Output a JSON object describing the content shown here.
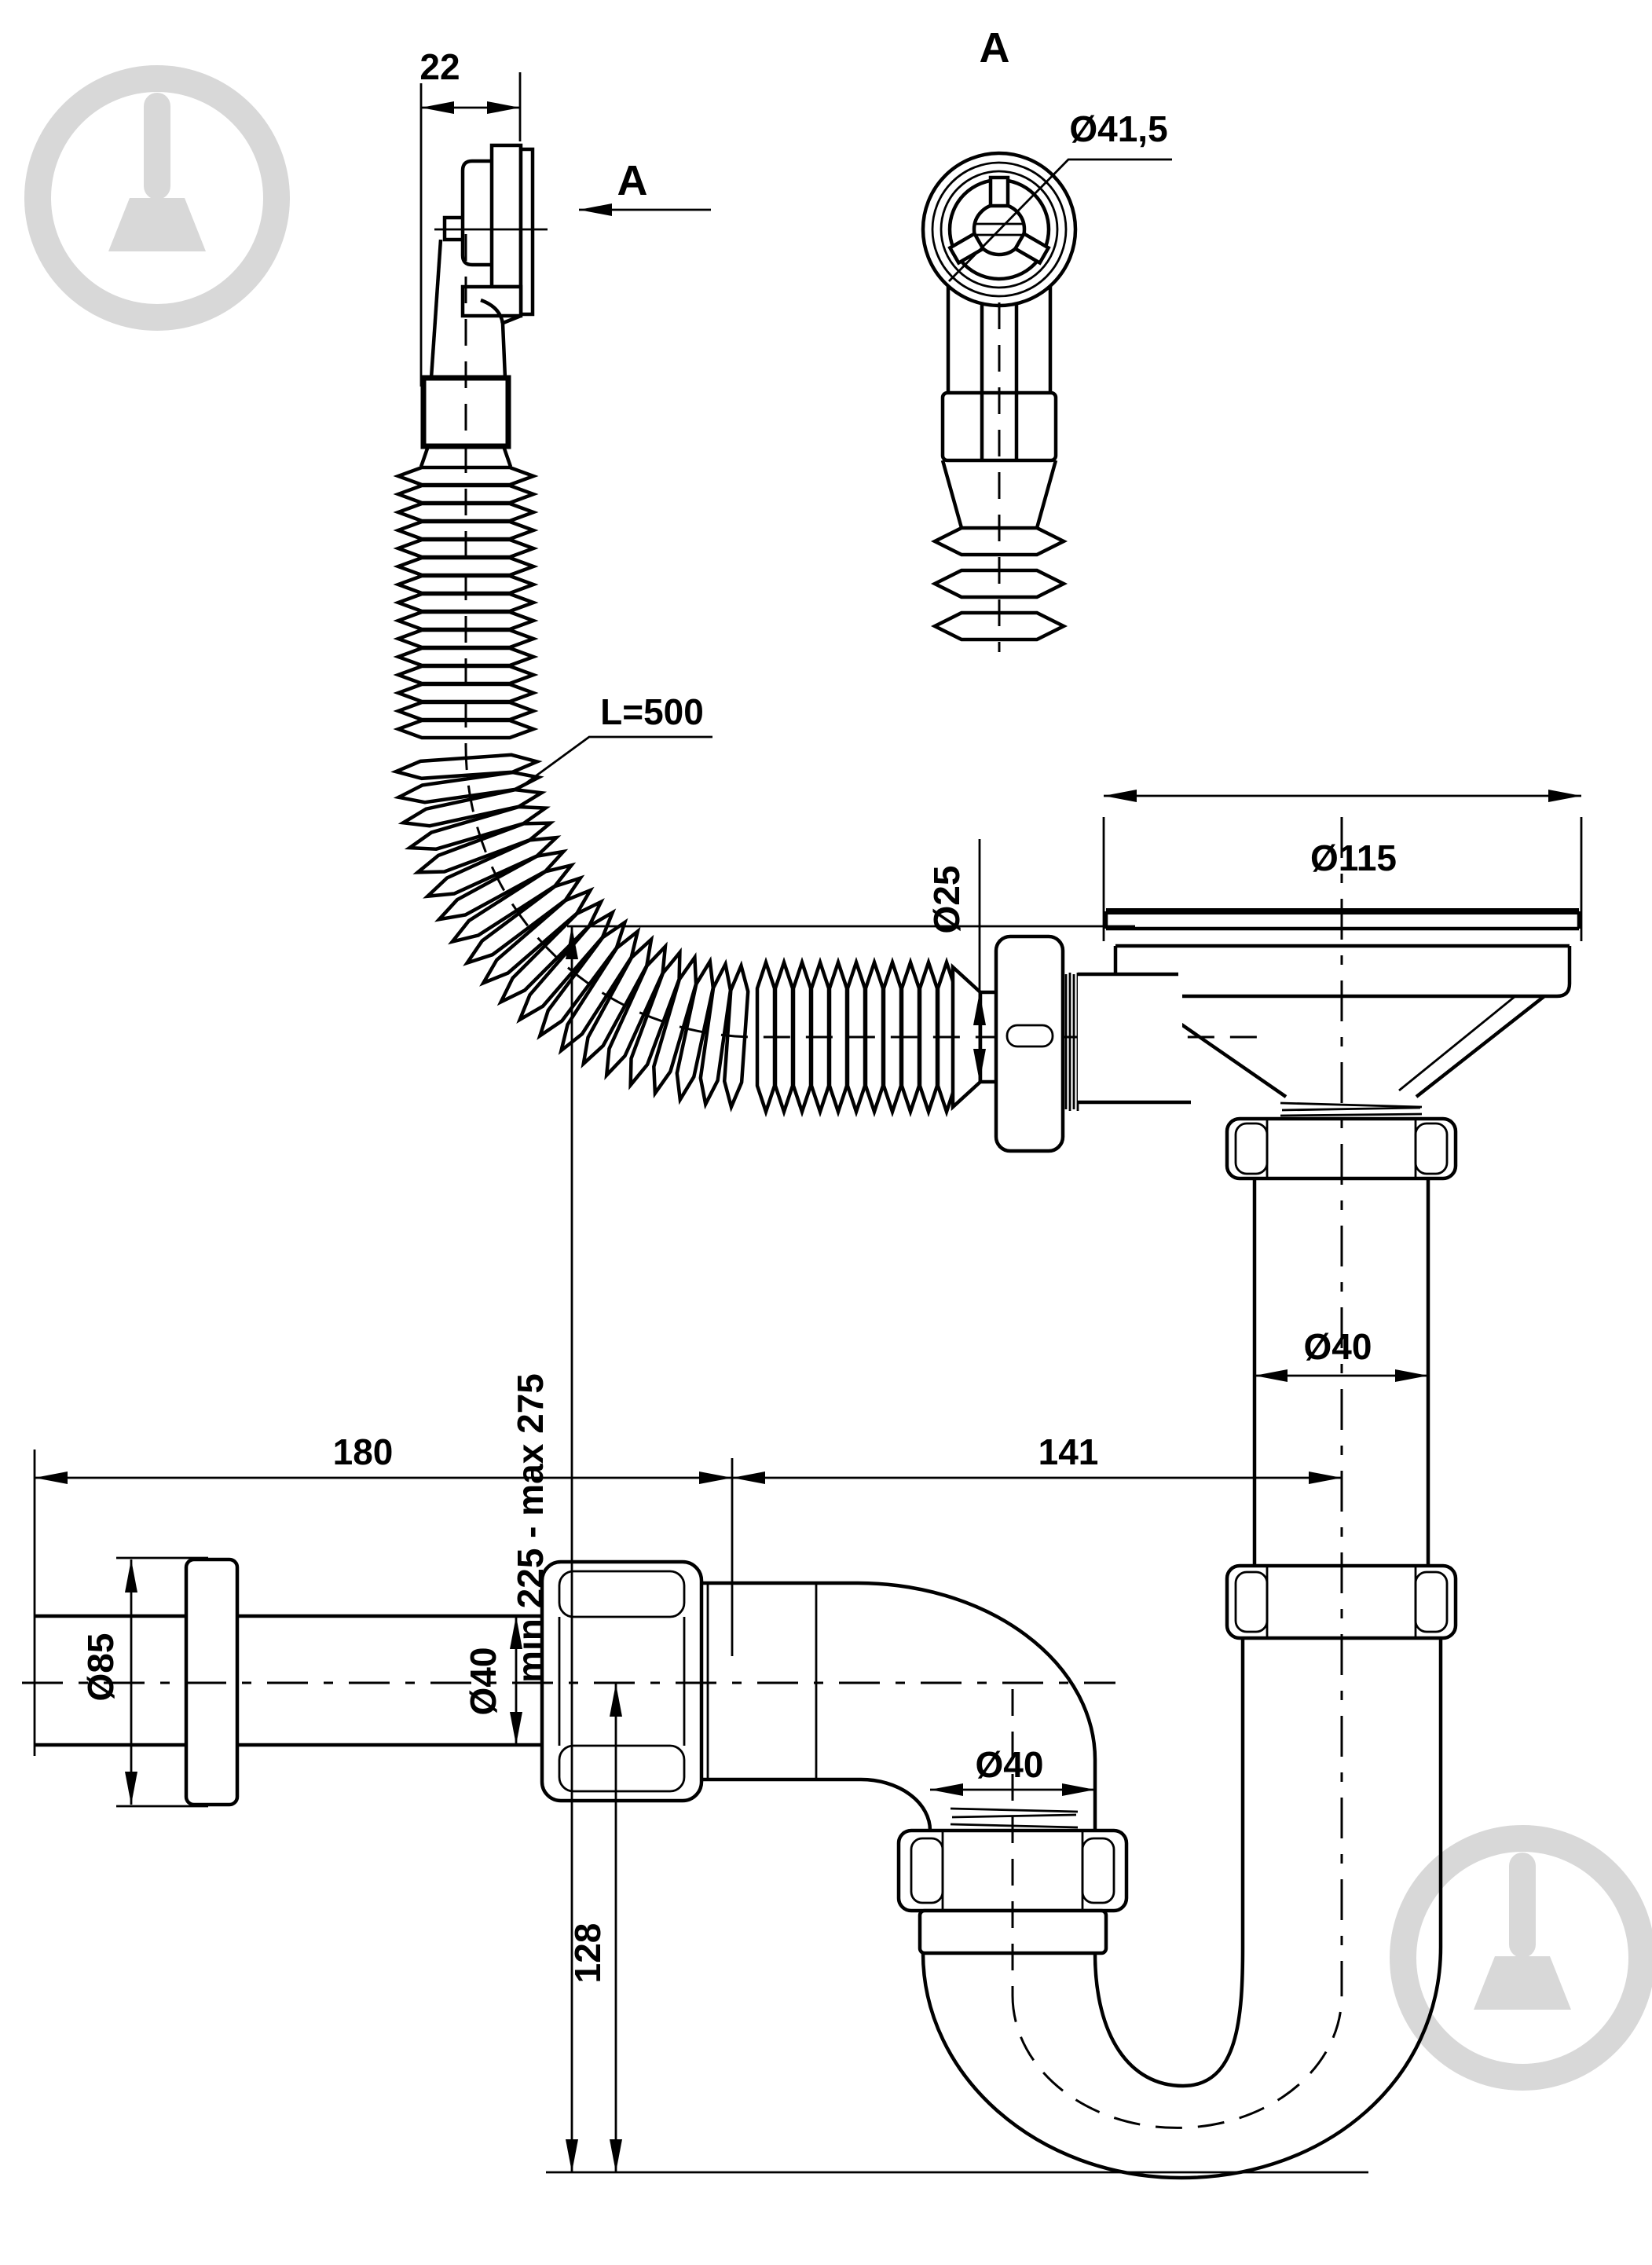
{
  "drawing": {
    "kind": "technical dimensional drawing - sink siphon with overflow",
    "views": {
      "overflow_side": {
        "width_dim": "22",
        "section_arrow_label": "A"
      },
      "overflow_section": {
        "view_label": "A",
        "face_diameter": "Ø41,5"
      },
      "hose": {
        "length_label": "L=500",
        "connector_diameter": "Ø25"
      },
      "strainer": {
        "flange_diameter": "Ø115",
        "tailpipe_diameter": "Ø40"
      },
      "outlet": {
        "wall_offset": "180",
        "trap_offset": "141",
        "escutcheon_diameter": "Ø85",
        "pipe_diameter": "Ø40",
        "height_range": "min 225 - max 275"
      },
      "trap": {
        "elbow_diameter": "Ø40",
        "depth_below_axis": "128"
      }
    },
    "colors": {
      "line": "#000000",
      "background": "#ffffff",
      "watermark": "#d8d8d8"
    }
  }
}
